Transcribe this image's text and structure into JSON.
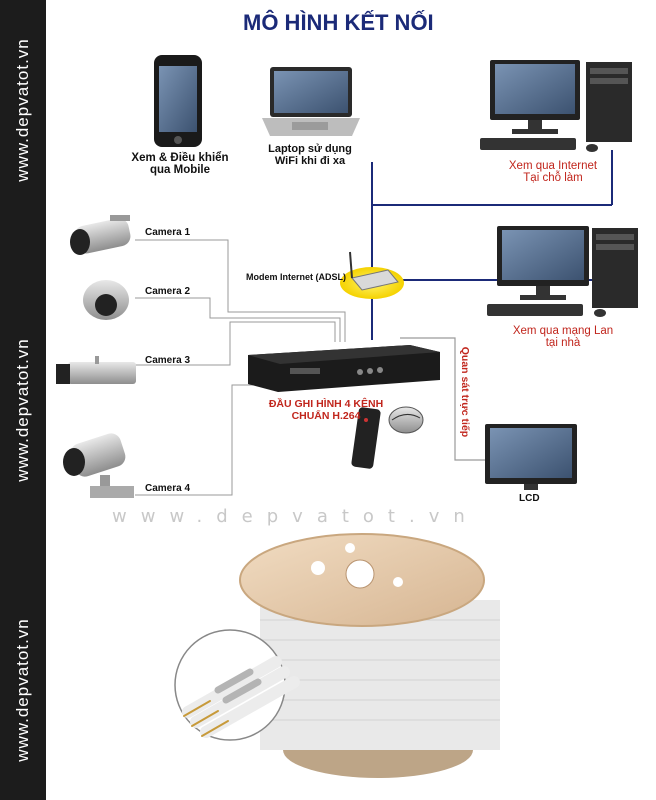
{
  "title": "MÔ HÌNH KẾT NỐI",
  "sidebar": {
    "text_top": "www.depvatot.vn",
    "text_middle": "www.depvatot.vn",
    "text_bottom": "www.depvatot.vn"
  },
  "watermark": "www.depvatot.vn",
  "devices": {
    "mobile_label_1": "Xem & Điều khiển",
    "mobile_label_2": "qua Mobile",
    "laptop_label_1": "Laptop sử dụng",
    "laptop_label_2": "WiFi khi đi xa",
    "pc_internet_label_1": "Xem qua Internet",
    "pc_internet_label_2": "Tại chỗ làm",
    "pc_lan_label_1": "Xem qua mạng Lan",
    "pc_lan_label_2": "tại nhà",
    "modem_label": "Modem Internet (ADSL)",
    "dvr_label_1": "ĐẦU GHI HÌNH 4 KÊNH",
    "dvr_label_2": "CHUẨN H.264",
    "direct_view_label": "Quan sát trực tiếp",
    "lcd_label": "LCD"
  },
  "cameras": [
    "Camera 1",
    "Camera 2",
    "Camera 3",
    "Camera 4"
  ],
  "colors": {
    "title": "#1b2a78",
    "accent_red": "#c1261d",
    "sidebar": "#1c1c1c",
    "network_line": "#1b2a78"
  }
}
